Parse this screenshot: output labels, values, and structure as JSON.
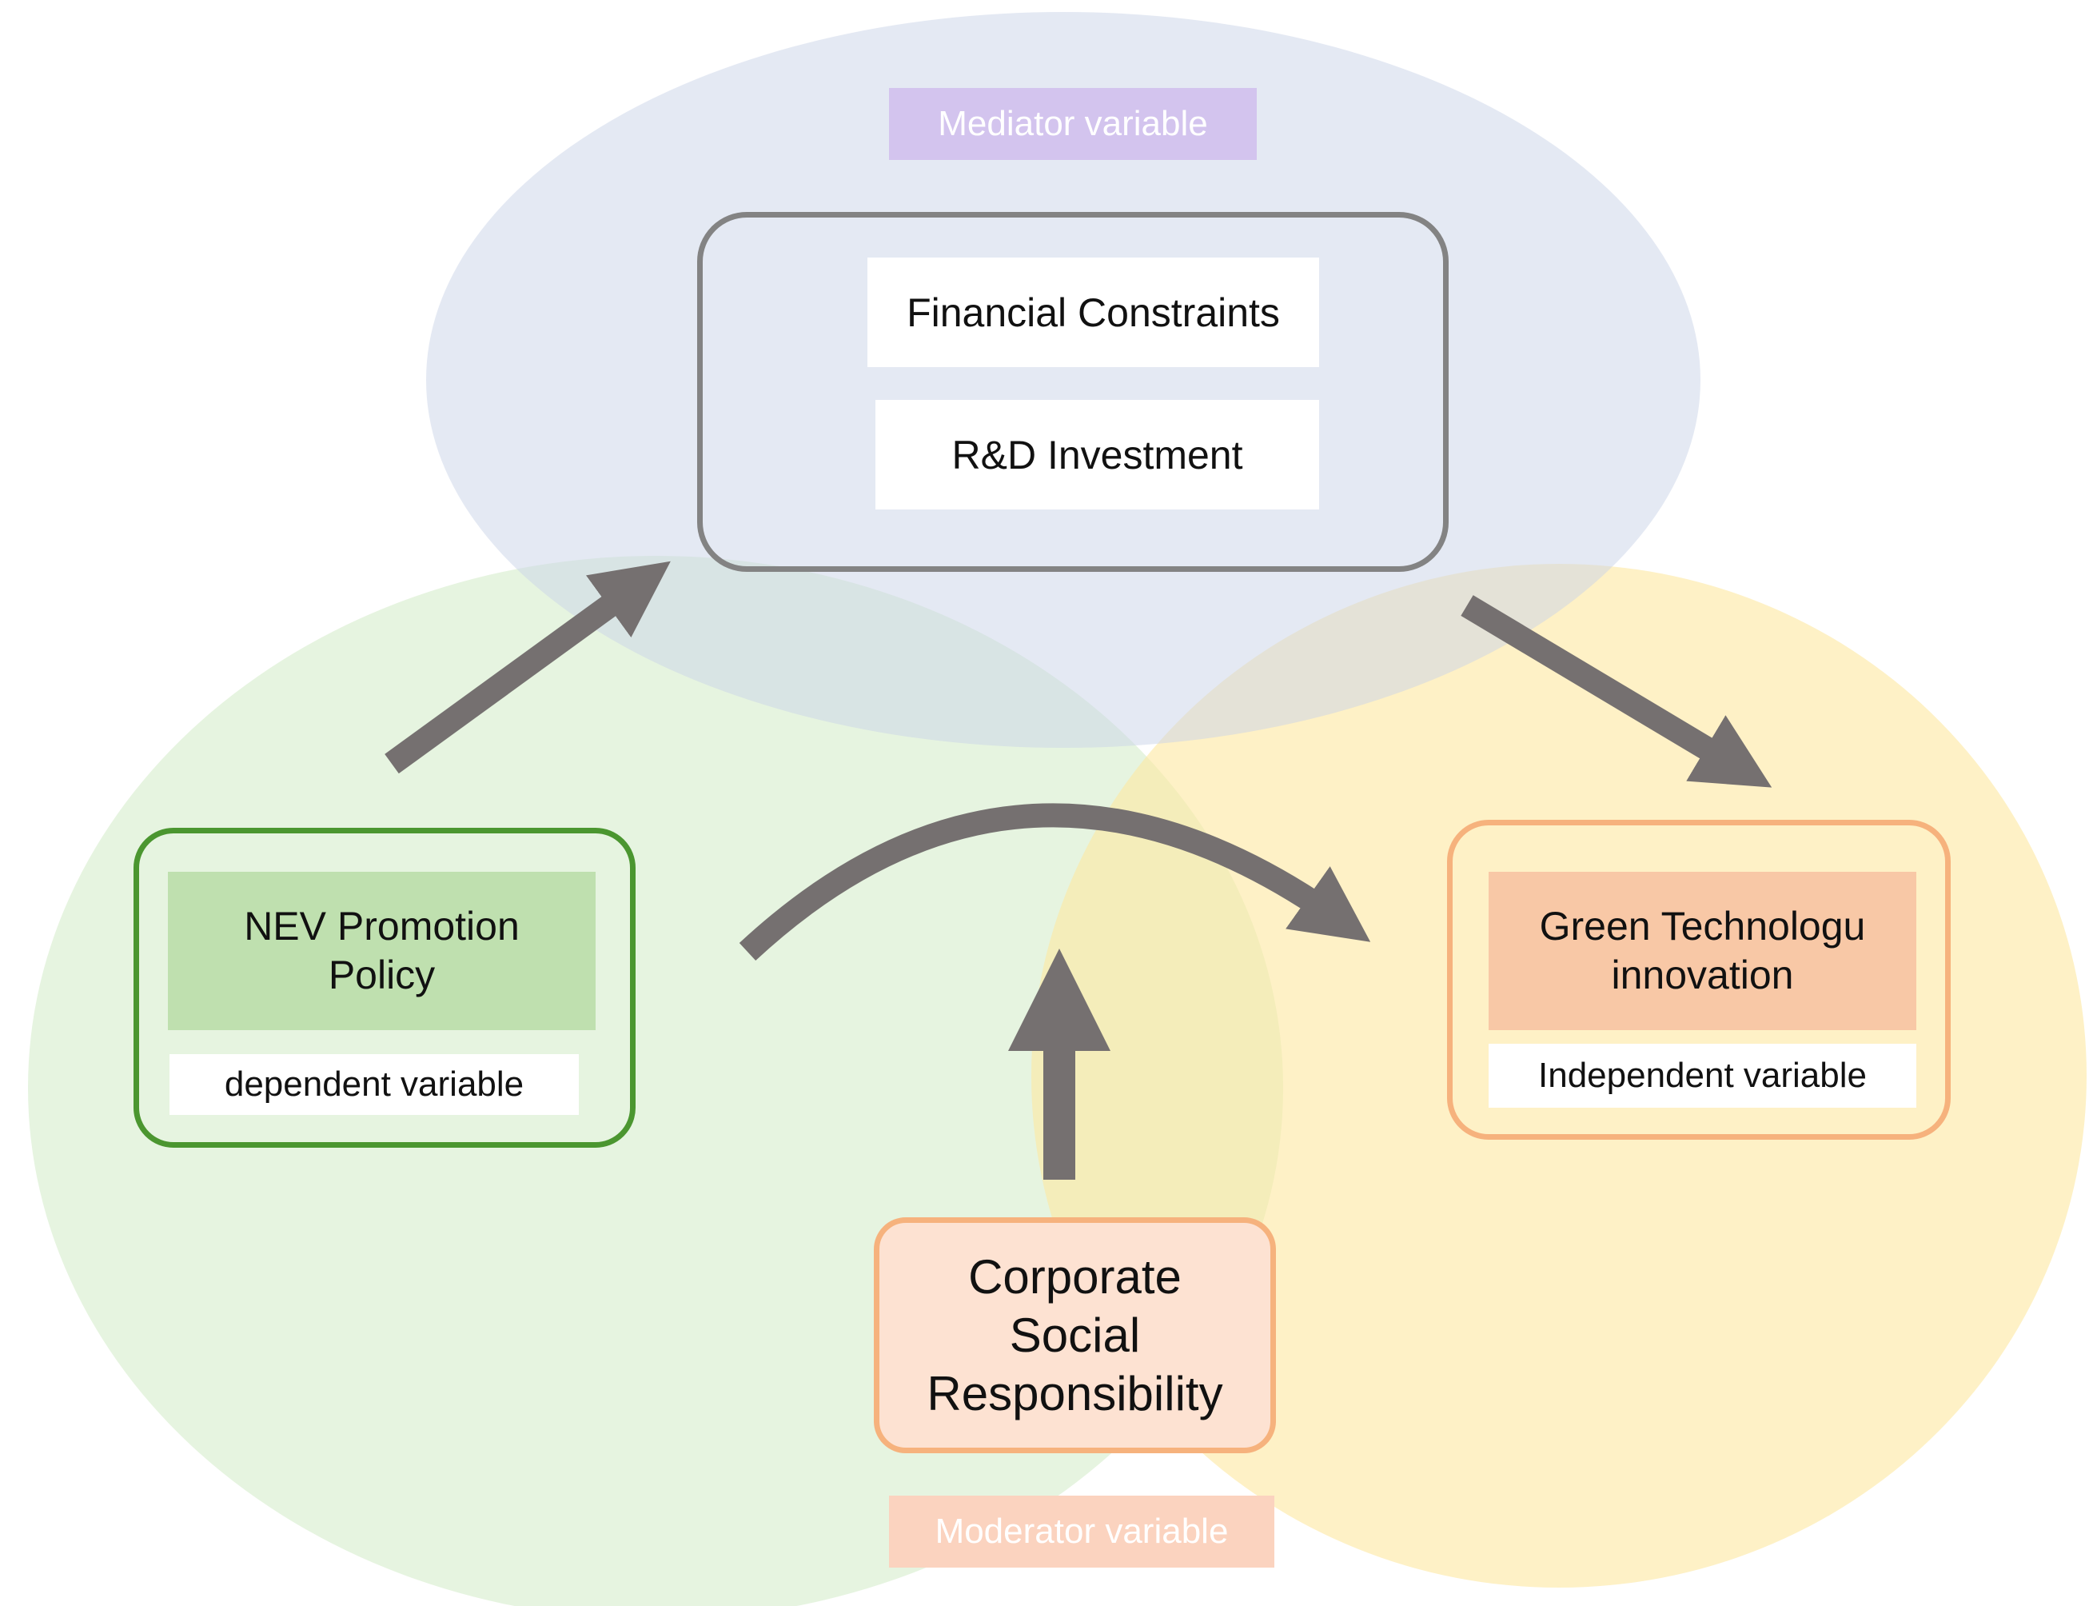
{
  "colors": {
    "mediator_ellipse": "#d4dcec",
    "left_ellipse": "#d6eccb",
    "right_ellipse": "#fde7a0",
    "arrow": "#757070",
    "mediator_tag": "#d3c4ee",
    "moderator_tag": "#fbd3bf",
    "frame_gray": "#838383",
    "frame_green": "#4b9630",
    "frame_orange": "#f6b27d",
    "nev_fill": "#bfe0af",
    "green_tech_fill": "#f8c8a6",
    "csr_fill": "#fde2d2"
  },
  "mediator": {
    "tag": "Mediator variable",
    "items": [
      "Financial Constraints",
      "R&D Investment"
    ]
  },
  "left": {
    "title_line1": "NEV Promotion",
    "title_line2": "Policy",
    "role": "dependent variable"
  },
  "right": {
    "title_line1": "Green Technologu",
    "title_line2": "innovation",
    "role": "Independent variable"
  },
  "moderator": {
    "title_line1": "Corporate",
    "title_line2": "Social",
    "title_line3": "Responsibility",
    "tag": "Moderator variable"
  }
}
